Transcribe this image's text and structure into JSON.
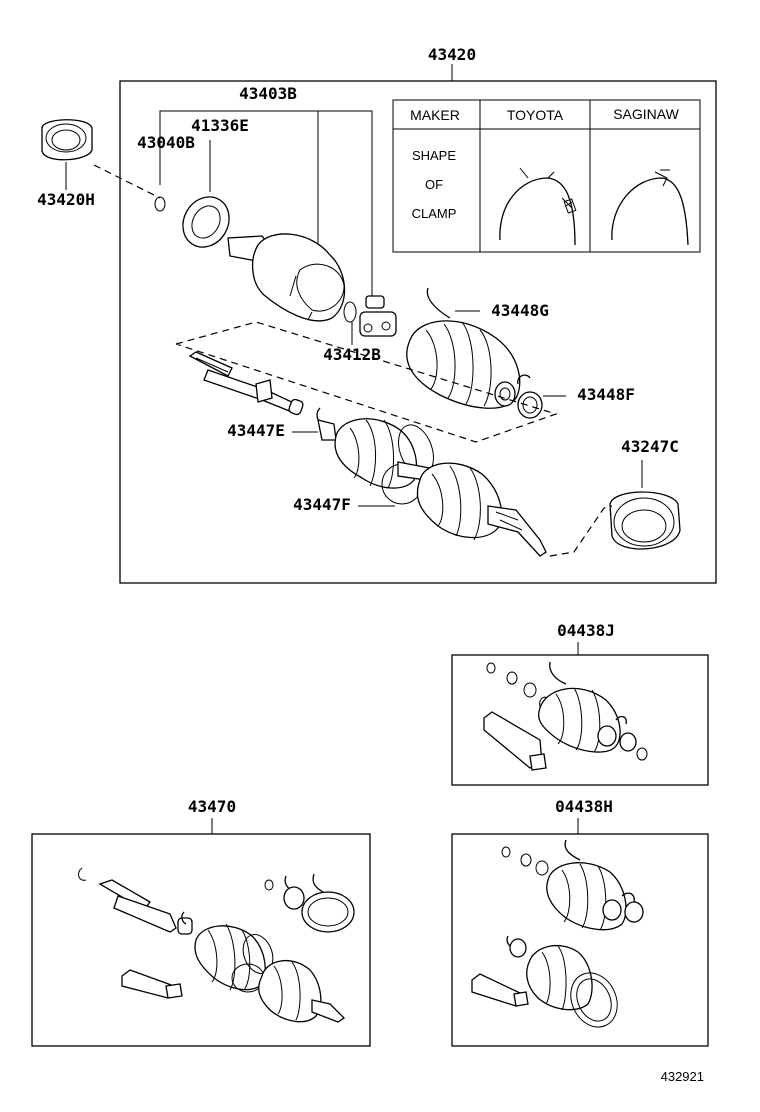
{
  "labels": {
    "assembly": "43420",
    "inner_joint": "43403B",
    "seal": "41336E",
    "snap_ring": "43040B",
    "bearing": "43420H",
    "circlip": "43412B",
    "boot_inner": "43448G",
    "clamp_inner": "43448F",
    "boot_clamp_e": "43447E",
    "boot_clamp_f": "43447F",
    "dust_cover": "43247C",
    "kit_j": "04438J",
    "shaft_assy": "43470",
    "kit_h": "04438H",
    "diagram_code": "432921"
  },
  "clamp_table": {
    "header_maker": "MAKER",
    "header_toyota": "TOYOTA",
    "header_saginaw": "SAGINAW",
    "row_label_line1": "SHAPE",
    "row_label_line2": "OF",
    "row_label_line3": "CLAMP"
  }
}
